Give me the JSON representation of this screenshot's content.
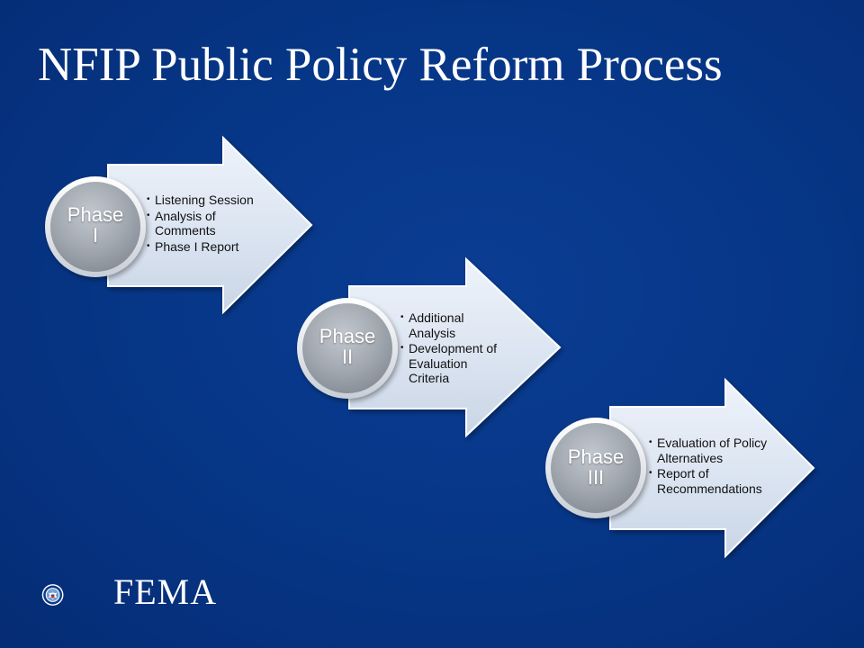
{
  "slide": {
    "title": "NFIP Public Policy Reform Process"
  },
  "phases": [
    {
      "label_line1": "Phase",
      "label_line2": "I",
      "bullets": [
        "Listening Session",
        "Analysis of Comments",
        "Phase I Report"
      ]
    },
    {
      "label_line1": "Phase",
      "label_line2": "II",
      "bullets": [
        "Additional Analysis",
        "Development of Evaluation Criteria"
      ]
    },
    {
      "label_line1": "Phase",
      "label_line2": "III",
      "bullets": [
        "Evaluation of Policy Alternatives",
        "Report of Recommendations"
      ]
    }
  ],
  "footer": {
    "logo_text": "FEMA",
    "seal_icon": "dhs-seal-icon"
  },
  "colors": {
    "background": "#063585",
    "arrow_fill": "#dde6f2",
    "circle_fill": "#a9afb7",
    "text_white": "#ffffff"
  }
}
